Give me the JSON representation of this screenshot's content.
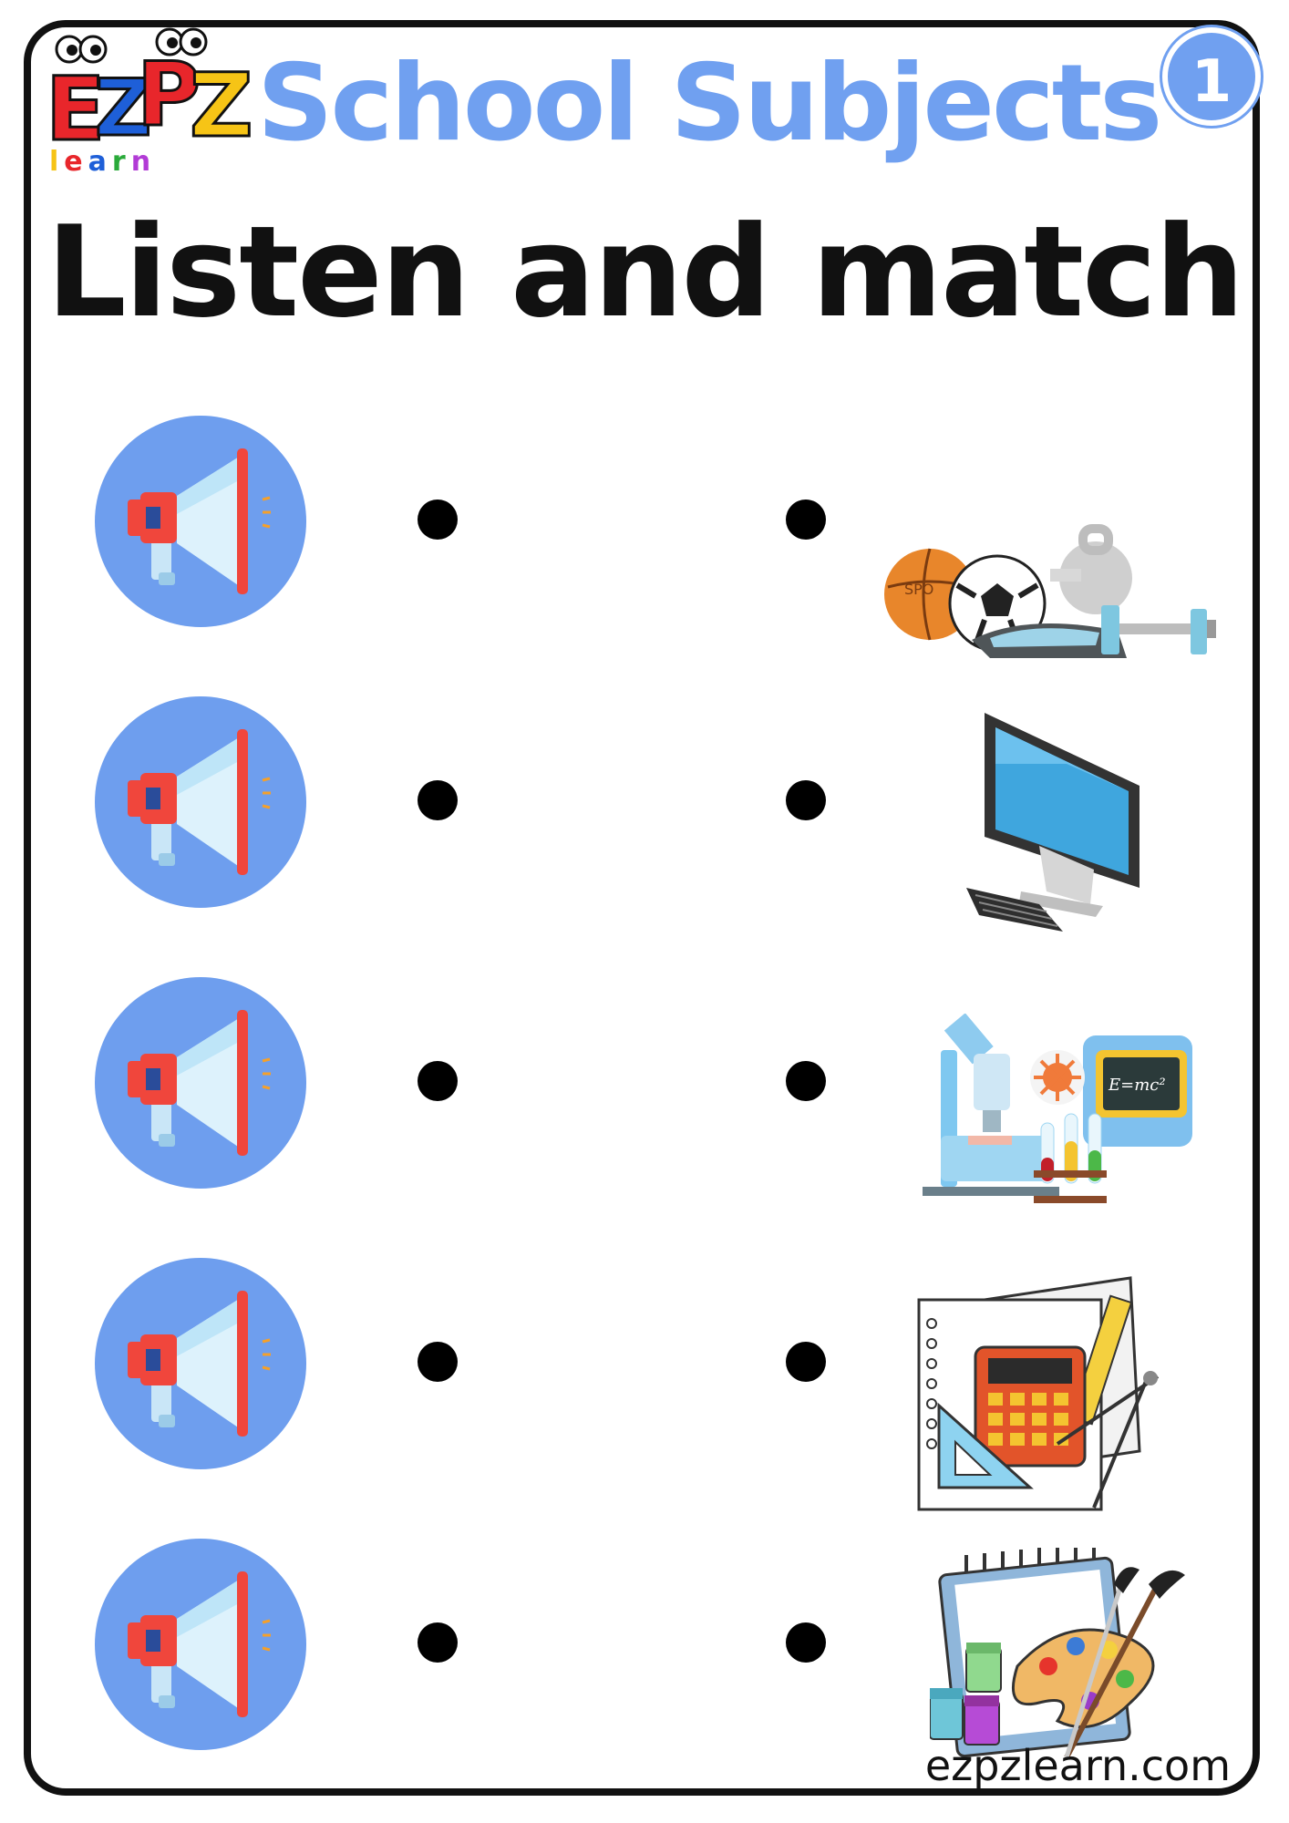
{
  "logo": {
    "letters": [
      "E",
      "Z",
      "P",
      "Z"
    ],
    "sub_text": "learn"
  },
  "header": {
    "title": "School Subjects",
    "number": "1"
  },
  "main": {
    "title": "Listen and match"
  },
  "rows": [
    {
      "icon": "megaphone-icon",
      "picture": "sports-equipment"
    },
    {
      "icon": "megaphone-icon",
      "picture": "computer"
    },
    {
      "icon": "megaphone-icon",
      "picture": "science-lab"
    },
    {
      "icon": "megaphone-icon",
      "picture": "math-tools"
    },
    {
      "icon": "megaphone-icon",
      "picture": "art-supplies"
    }
  ],
  "footer": {
    "website": "ezpzlearn.com"
  },
  "colors": {
    "accent": "#70A0F0",
    "speaker_bg": "#6E9EEE",
    "megaphone_red": "#F0463C"
  }
}
